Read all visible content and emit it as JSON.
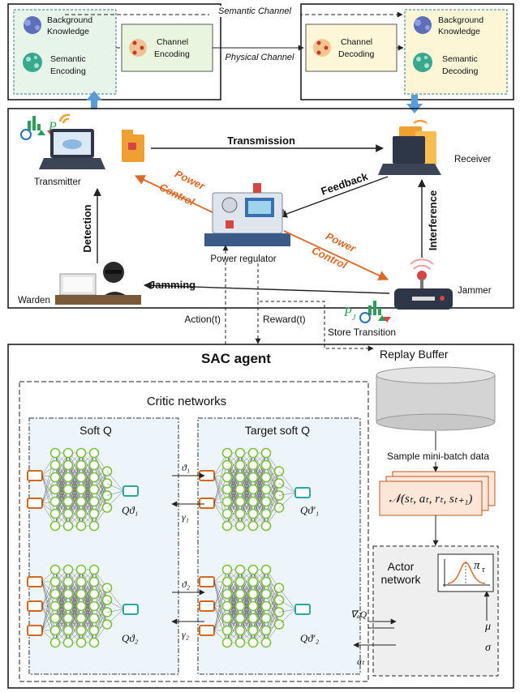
{
  "semantic_box": {
    "tx": {
      "bg_knowledge": "Background Knowledge",
      "semantic": "Semantic Encoding",
      "channel": "Channel Encoding"
    },
    "rx": {
      "channel": "Channel Decoding",
      "bg_knowledge": "Background Knowledge",
      "semantic": "Semantic Decoding"
    },
    "semantic_channel": "Semantic Channel",
    "physical_channel": "Physical Channel"
  },
  "scene": {
    "transmitter": "Transmitter",
    "receiver": "Receiver",
    "transmission": "Transmission",
    "feedback": "Feedback",
    "power_control": [
      "Power",
      "Control"
    ],
    "power_regulator": "Power regulator",
    "detection": "Detection",
    "interference": "Interference",
    "jamming": "Jamming",
    "warden": "Warden",
    "jammer": "Jammer",
    "pt": "P",
    "pt_sub": "t",
    "pj": "P",
    "pj_sub": "J"
  },
  "flow": {
    "action": "Action(t)",
    "reward": "Reward(t)",
    "store": "Store Transition"
  },
  "agent": {
    "title": "SAC agent",
    "replay_buffer": "Replay Buffer",
    "sample": "Sample mini-batch data",
    "tuple": "𝒩(sₜ, aₜ, rₜ, sₜ₊₁)",
    "critic_title": "Critic networks",
    "soft_q": "Soft Q",
    "target_soft_q": "Target soft Q",
    "actor_title": [
      "Actor",
      "network"
    ],
    "q1": "Qϑ₁",
    "q2": "Qϑ₂",
    "tq1": "Qϑ′₁",
    "tq2": "Qϑ′₂",
    "theta1": "ϑ₁",
    "gamma1": "γ₁",
    "theta2": "ϑ₂",
    "gamma2": "γ₂",
    "grad": "∇ₐQ",
    "at": "aₜ",
    "pi": "π",
    "pi_sub": "τ",
    "mu": "μ",
    "sigma": "σ"
  },
  "colors": {
    "neuron": "#7cc242",
    "input": "#d2691e",
    "output": "#2aa8a0",
    "power_control": "#d9692a",
    "blue_arrow": "#5b9bd5",
    "tx_panel": "#e6f4ea",
    "rx_panel": "#fdf6d6",
    "channel_enc": "#eaf5e0",
    "channel_dec": "#fdf7d8",
    "critic_panel": "#eef5fa",
    "actor_panel": "#efefef",
    "buffer": "#d4d4d4"
  }
}
